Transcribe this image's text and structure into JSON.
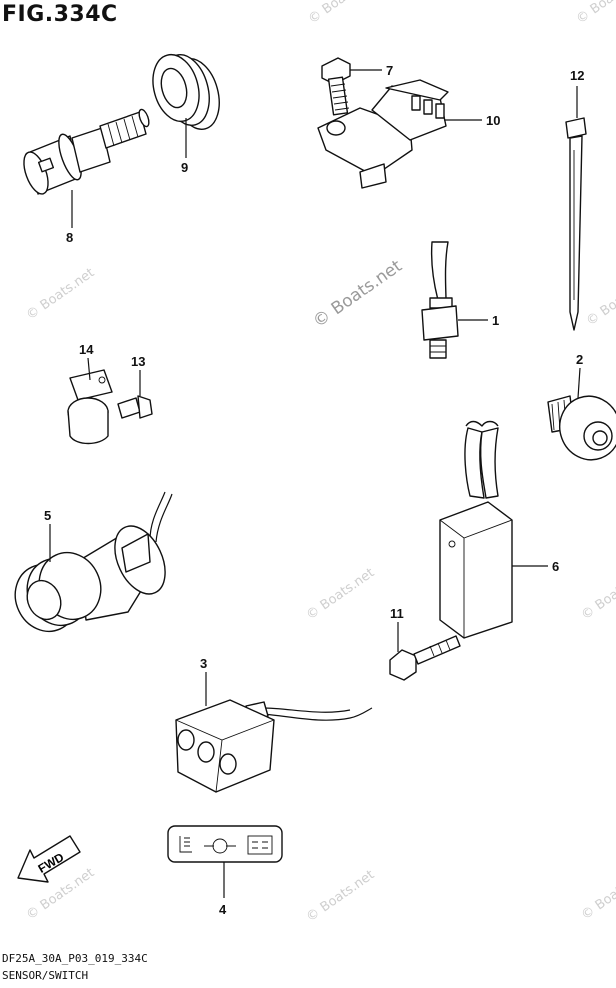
{
  "figure": {
    "title": "FIG.334C",
    "model_code": "DF25A_30A_P03_019_334C",
    "section_name": "SENSOR/SWITCH"
  },
  "watermark": {
    "text": "© Boats.net"
  },
  "callouts": {
    "p1": "1",
    "p2": "2",
    "p3": "3",
    "p4": "4",
    "p5": "5",
    "p6": "6",
    "p7": "7",
    "p8": "8",
    "p9": "9",
    "p10": "10",
    "p11": "11",
    "p12": "12",
    "p13": "13",
    "p14": "14"
  },
  "direction_arrow": {
    "label": "FWD"
  }
}
